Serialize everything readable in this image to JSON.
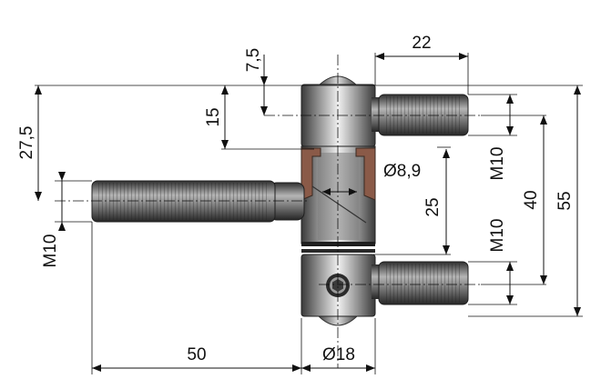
{
  "dimensions": {
    "d_7_5": "7,5",
    "d_22": "22",
    "d_15": "15",
    "d_27_5": "27,5",
    "d_m10_top": "M10",
    "d_m10_left": "M10",
    "d_m10_bottom": "M10",
    "d_dia_8_9": "Ø8,9",
    "d_25": "25",
    "d_40": "40",
    "d_55": "55",
    "d_50": "50",
    "d_dia_18": "Ø18"
  },
  "colors": {
    "steel_dark": "#3a3a3a",
    "steel_mid": "#9a9a9a",
    "steel_light": "#e6e6e6",
    "bushing": "#8a5a48",
    "lines": "#111111"
  }
}
